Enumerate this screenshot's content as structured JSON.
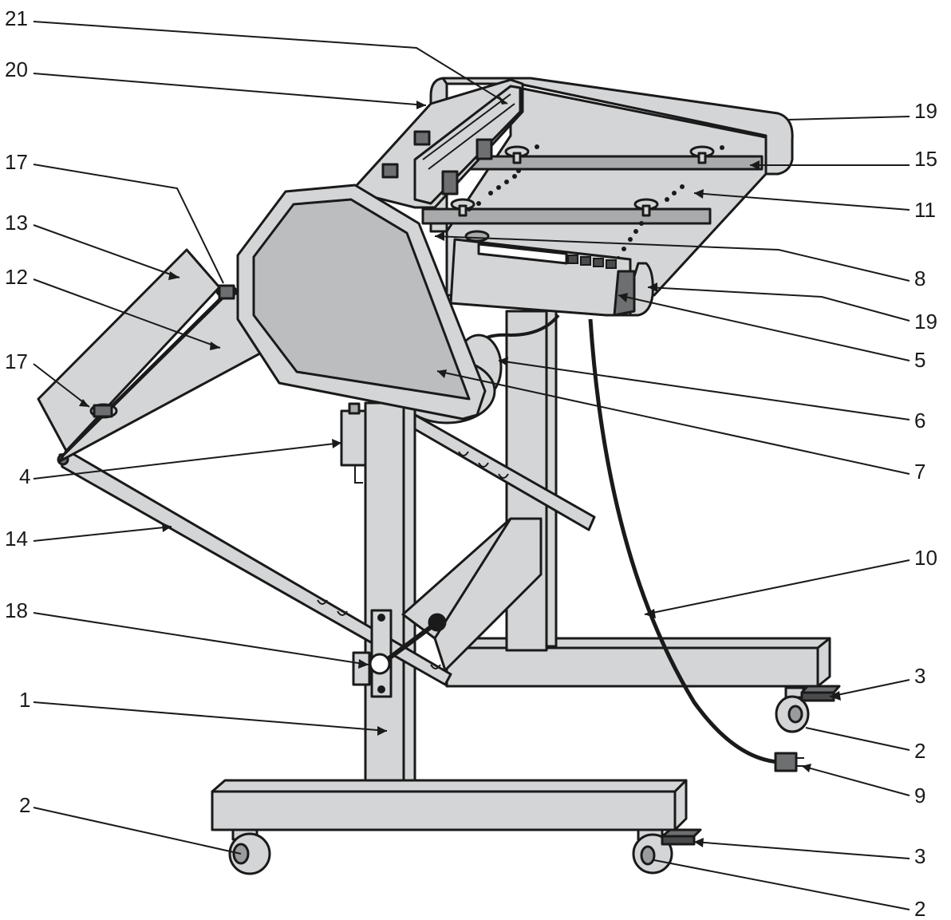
{
  "colors": {
    "frame_fill": "#d4d5d6",
    "side_panel_fill": "#bcbdbf",
    "outline": "#1a1a1a",
    "background": "#ffffff"
  },
  "callouts": {
    "c1": "1",
    "c2a": "2",
    "c2b": "2",
    "c2c": "2",
    "c3a": "3",
    "c3b": "3",
    "c4": "4",
    "c5": "5",
    "c6": "6",
    "c7": "7",
    "c8": "8",
    "c9": "9",
    "c10": "10",
    "c11": "11",
    "c12": "12",
    "c13": "13",
    "c14": "14",
    "c15": "15",
    "c17a": "17",
    "c17b": "17",
    "c18": "18",
    "c19a": "19",
    "c19b": "19",
    "c20": "20",
    "c21": "21"
  }
}
